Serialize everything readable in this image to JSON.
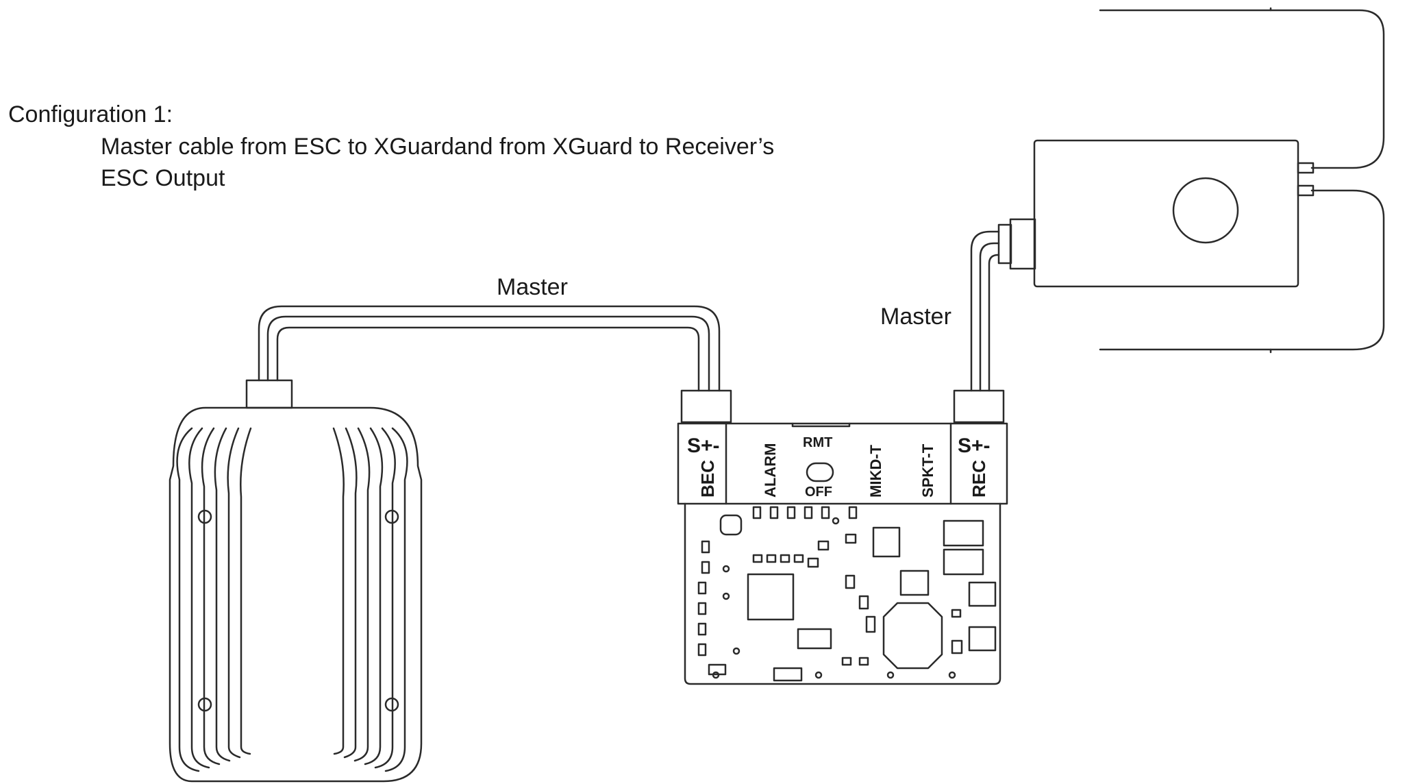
{
  "caption": {
    "title": "Configuration 1:",
    "line1": "Master cable from ESC to XGuardand from XGuard to Receiver’s",
    "line2": "ESC Output"
  },
  "cables": {
    "esc_to_xguard_label": "Master",
    "xguard_to_receiver_label": "Master"
  },
  "board": {
    "left_port_pins": "S+-",
    "left_port_name": "BEC",
    "alarm_label": "ALARM",
    "rmt_label": "RMT",
    "off_label": "OFF",
    "mikd_label": "MIKD-T",
    "spkt_label": "SPKT-T",
    "right_port_pins": "S+-",
    "right_port_name": "REC"
  },
  "colors": {
    "line": "#2a2a2a",
    "background": "#ffffff"
  }
}
